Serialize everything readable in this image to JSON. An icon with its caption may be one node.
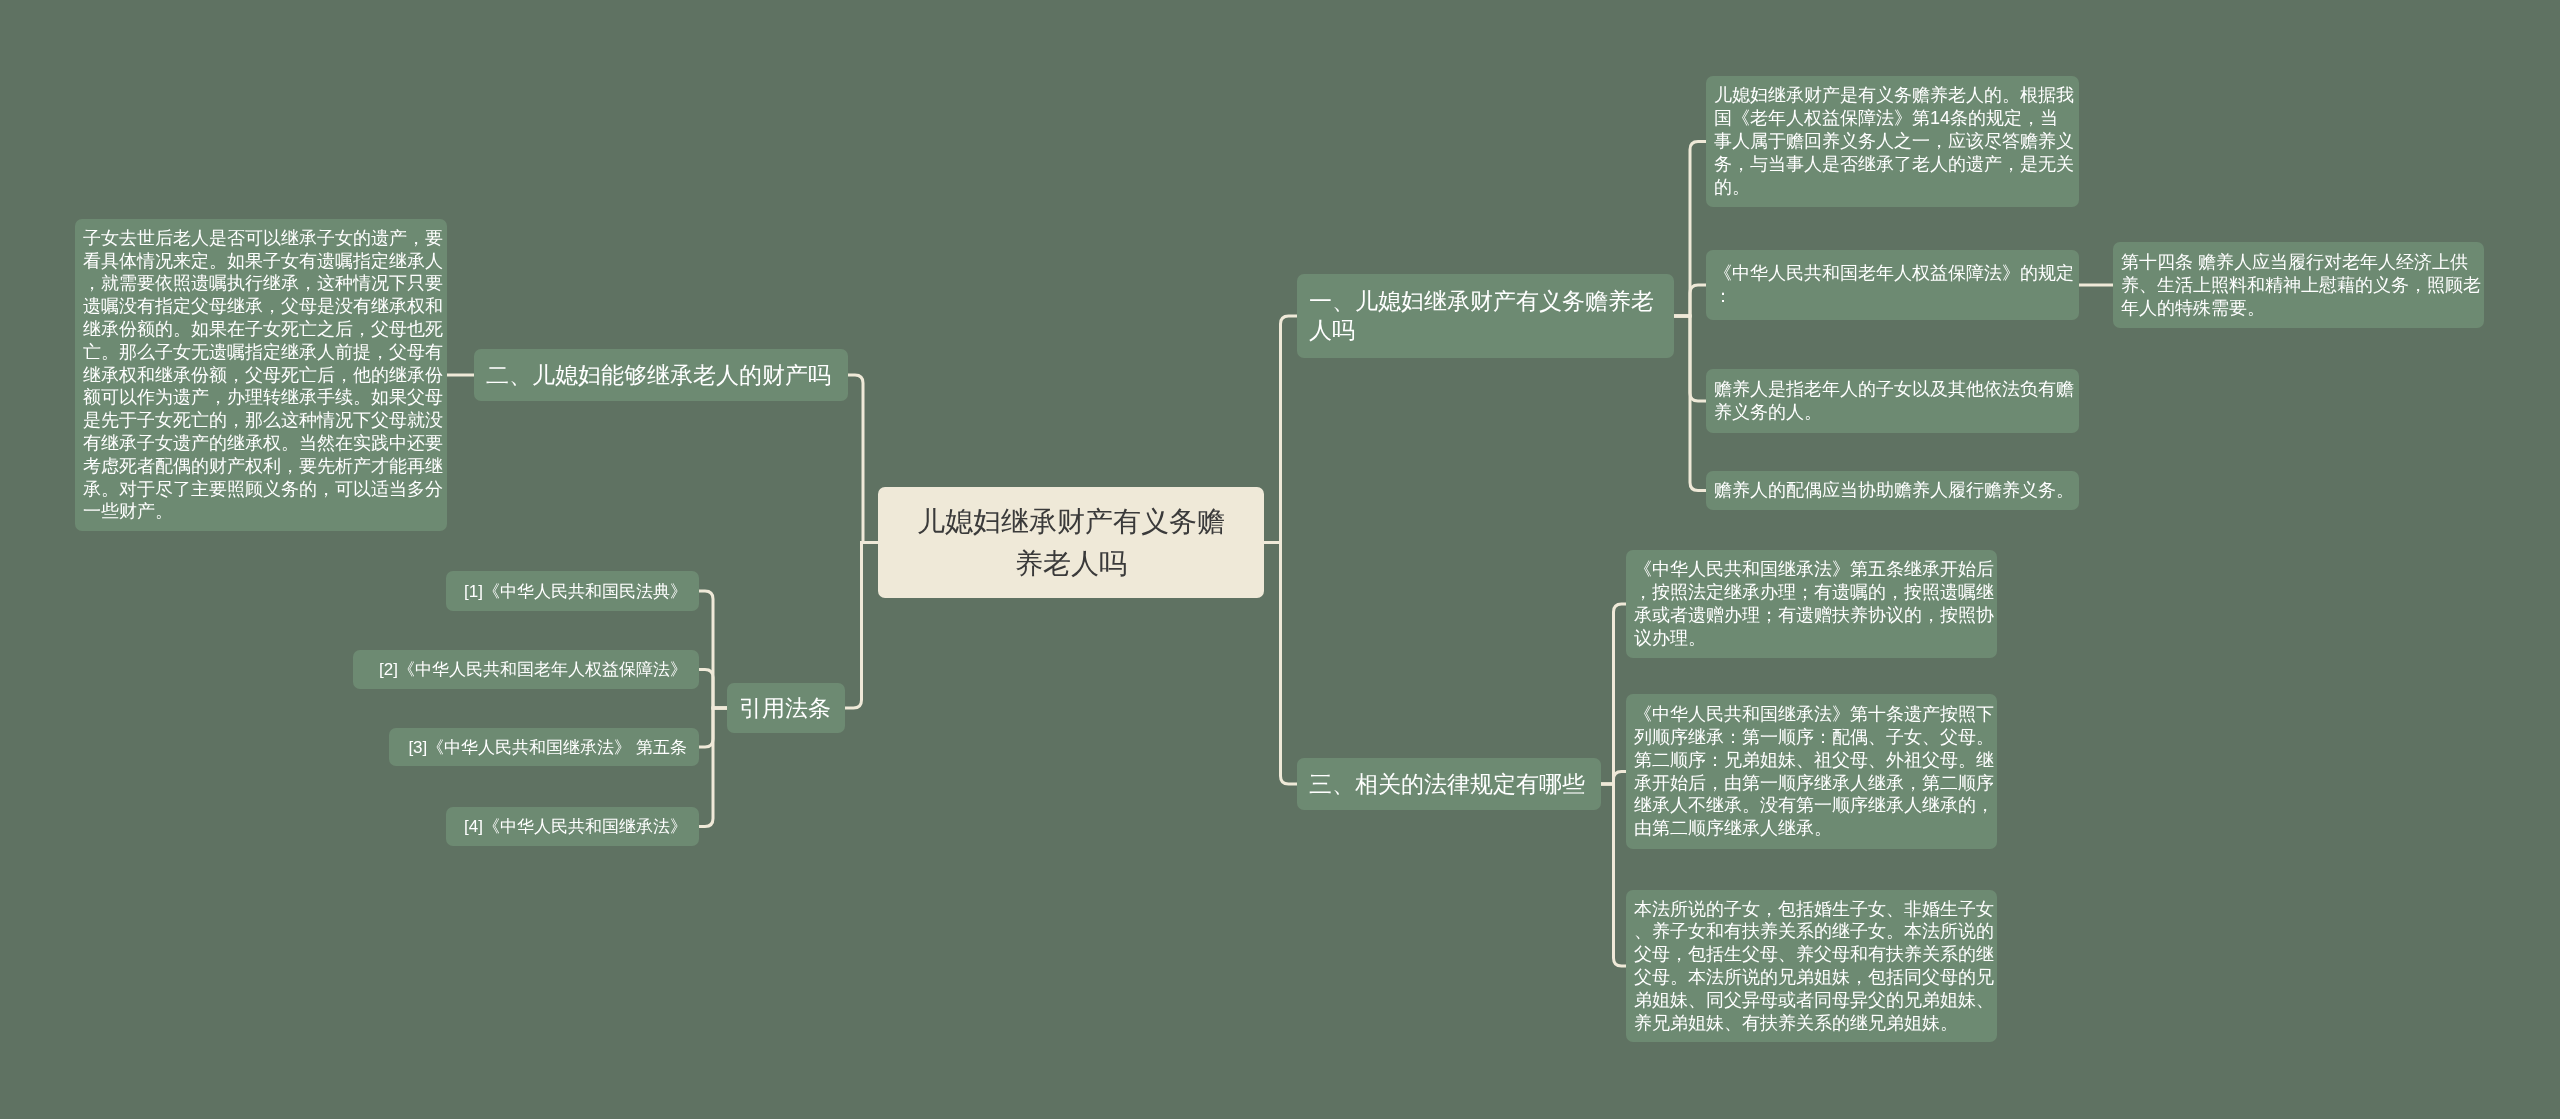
{
  "diagram": {
    "nodes": [
      {
        "text": [
          "儿媳妇继承财产有义务赡养老人吗"
        ]
      },
      {
        "text": [
          "一、儿媳妇继承财产有义务赡养老人吗"
        ]
      },
      {
        "text": [
          "儿媳妇继承财产是有义务赡养老人的。根据我国《老年人权益保障法》第14条的规定，当事人属于赡回养义务人之一，应该尽答赡养义务，与当事人是否继承了老人的遗产，是无关的。"
        ]
      },
      {
        "text": [
          "《中华人民共和国老年人权益保障法》的规定："
        ]
      },
      {
        "text": [
          "第十四条 赡养人应当履行对老年人经济上供养、生活上照料和精神上慰藉的义务，照顾老年人的特殊需要。"
        ]
      },
      {
        "text": [
          "赡养人是指老年人的子女以及其他依法负有赡养义务的人。"
        ]
      },
      {
        "text": [
          "赡养人的配偶应当协助赡养人履行赡养义务。"
        ]
      },
      {
        "text": [
          "二、儿媳妇能够继承老人的财产吗"
        ]
      },
      {
        "text": [
          "子女去世后老人是否可以继承子女的遗产，要看具体情况来定。如果子女有遗嘱指定继承人，就需要依照遗嘱执行继承，这种情况下只要遗嘱没有指定父母继承，父母是没有继承权和继承份额的。如果在子女死亡之后，父母也死亡。那么子女无遗嘱指定继承人前提，父母有继承权和继承份额，父母死亡后，他的继承份额可以作为遗产，办理转继承手续。如果父母是先于子女死亡的，那么这种情况下父母就没有继承子女遗产的继承权。当然在实践中还要考虑死者配偶的财产权利，要先析产才能再继承。对于尽了主要照顾义务的，可以适当多分一些财产。"
        ]
      },
      {
        "text": [
          "三、相关的法律规定有哪些"
        ]
      },
      {
        "text": [
          "《中华人民共和国继承法》第五条继承开始后，按照法定继承办理；有遗嘱的，按照遗嘱继承或者遗赠办理；有遗赠扶养协议的，按照协议办理。"
        ]
      },
      {
        "text": [
          "《中华人民共和国继承法》第十条遗产按照下列顺序继承：第一顺序：配偶、子女、父母。第二顺序：兄弟姐妹、祖父母、外祖父母。继承开始后，由第一顺序继承人继承，第二顺序继承人不继承。没有第一顺序继承人继承的，由第二顺序继承人继承。"
        ]
      },
      {
        "text": [
          "本法所说的子女，包括婚生子女、非婚生子女、养子女和有扶养关系的继子女。本法所说的父母，包括生父母、养父母和有扶养关系的继父母。本法所说的兄弟姐妹，包括同父母的兄弟姐妹、同父异母或者同母异父的兄弟姐妹、养兄弟姐妹、有扶养关系的继兄弟姐妹。"
        ]
      },
      {
        "text": [
          "引用法条"
        ]
      },
      {
        "text": [
          "[1]《中华人民共和国民法典》"
        ]
      },
      {
        "text": [
          "[2]《中华人民共和国老年人权益保障法》"
        ]
      },
      {
        "text": [
          "[3]《中华人民共和国继承法》 第五条"
        ]
      },
      {
        "text": [
          "[4]《中华人民共和国继承法》"
        ]
      }
    ],
    "edges": [
      {
        "from": 0,
        "to": 1,
        "arrow": "none"
      },
      {
        "from": 1,
        "to": 2,
        "arrow": "none"
      },
      {
        "from": 1,
        "to": 3,
        "arrow": "none"
      },
      {
        "from": 3,
        "to": 4,
        "arrow": "none"
      },
      {
        "from": 1,
        "to": 5,
        "arrow": "none"
      },
      {
        "from": 1,
        "to": 6,
        "arrow": "none"
      },
      {
        "from": 0,
        "to": 7,
        "arrow": "none"
      },
      {
        "from": 7,
        "to": 8,
        "arrow": "none"
      },
      {
        "from": 0,
        "to": 9,
        "arrow": "none"
      },
      {
        "from": 9,
        "to": 10,
        "arrow": "none"
      },
      {
        "from": 9,
        "to": 11,
        "arrow": "none"
      },
      {
        "from": 9,
        "to": 12,
        "arrow": "none"
      },
      {
        "from": 0,
        "to": 13,
        "arrow": "none"
      },
      {
        "from": 13,
        "to": 14,
        "arrow": "none"
      },
      {
        "from": 13,
        "to": 15,
        "arrow": "none"
      },
      {
        "from": 13,
        "to": 16,
        "arrow": "none"
      },
      {
        "from": 13,
        "to": 17,
        "arrow": "none"
      }
    ]
  }
}
